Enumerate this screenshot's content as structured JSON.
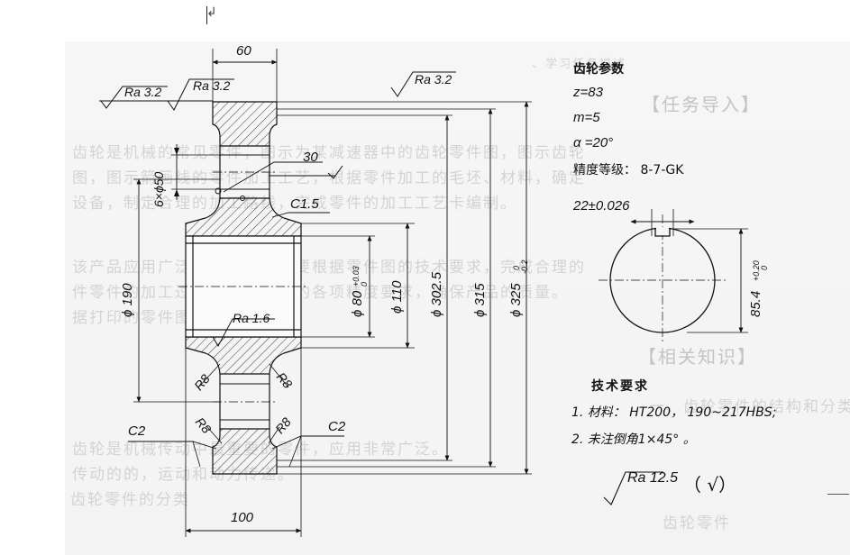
{
  "cursor_mark": "↲",
  "gear_params": {
    "title": "齿轮参数",
    "z": "z=83",
    "m": "m=5",
    "alpha": "α =20°",
    "grade": "精度等级： 8-7-GK"
  },
  "keyway": {
    "width": "22±0.026",
    "depth": "85.4",
    "depth_tol_upper": "+0.20",
    "depth_tol_lower": "0"
  },
  "tech_req": {
    "title": "技术要求",
    "item1": "1. 材料： HT200， 190~217HBS;",
    "item2": "2. 未注倒角1×45° 。"
  },
  "general_roughness": {
    "value": "Ra 12.5",
    "bracket": "（ √）"
  },
  "dimensions": {
    "top_width": "60",
    "bottom_width": "100",
    "ra_left_1": "Ra 3.2",
    "ra_left_2": "Ra 3.2",
    "ra_right": "Ra 3.2",
    "ra_bore": "Ra 1.6",
    "angle": "30",
    "holes": "6×ϕ50",
    "chamfer_top": "C1.5",
    "chamfer_left": "C2",
    "chamfer_right": "C2",
    "fillet_1": "R8",
    "fillet_2": "R8",
    "fillet_3": "R8",
    "fillet_4": "R8",
    "d190": "ϕ 190",
    "d80": "ϕ 80",
    "d80_tol_upper": "+0.03",
    "d80_tol_lower": "0",
    "d110": "ϕ 110",
    "d302": "ϕ 302.5",
    "d315": "ϕ 315",
    "d325": "ϕ 325",
    "d325_tol_upper": "0",
    "d325_tol_lower": "-0.2"
  },
  "background_text": [
    "、学习任务描述",
    "【任务导入】",
    "齿轮是机械的常见零件，图示为某减速器中的齿轮零件图，图示齿轮",
    "图，图示箭画线的零件加工工艺，根据零件加工的毛坯、材料，确定",
    "设备，制定合理的加工路线，完成零件的加工工艺卡编制。",
    "该产品应用广泛，在工作中需要根据零件图的技术要求，完成合理的",
    "件零件的加工过程，达到零件的各项精度要求，确保产品的质量。",
    "据打印的零件图的工艺方法",
    "【相关知识】",
    "一、齿轮零件的结构和分类",
    "齿轮是机械传动中最重要的零件，应用非常广泛。",
    "传动的的，运动和动力传递。",
    "齿轮零件的分类",
    "齿轮零件"
  ]
}
